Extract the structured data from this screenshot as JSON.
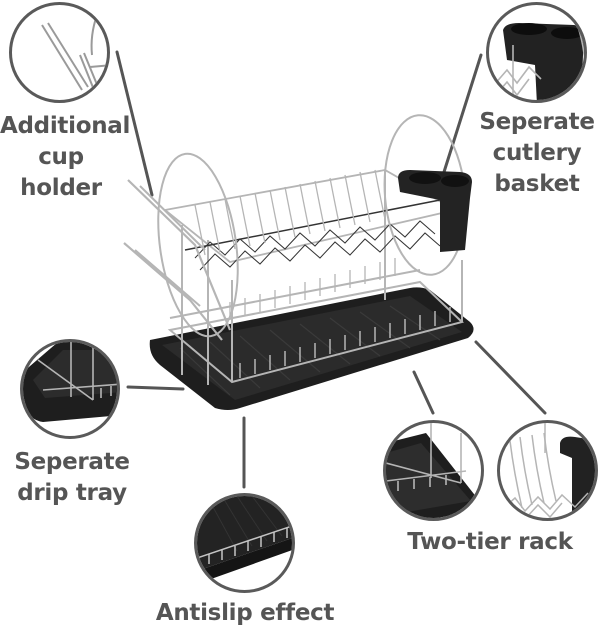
{
  "features": [
    {
      "id": "cup-holder",
      "label_lines": [
        "Additional",
        "cup holder"
      ]
    },
    {
      "id": "cutlery-basket",
      "label_lines": [
        "Seperate",
        "cutlery",
        "basket"
      ]
    },
    {
      "id": "drip-tray",
      "label_lines": [
        "Seperate",
        "drip tray"
      ]
    },
    {
      "id": "antislip",
      "label_lines": [
        "Antislip effect"
      ]
    },
    {
      "id": "two-tier",
      "label_lines": [
        "Two-tier rack"
      ]
    }
  ],
  "colors": {
    "text": "#555555",
    "leader_line": "#555555",
    "circle_border": "#5a5a5a",
    "tray": "#1f1f1f",
    "chrome": "#b8b8b8"
  }
}
